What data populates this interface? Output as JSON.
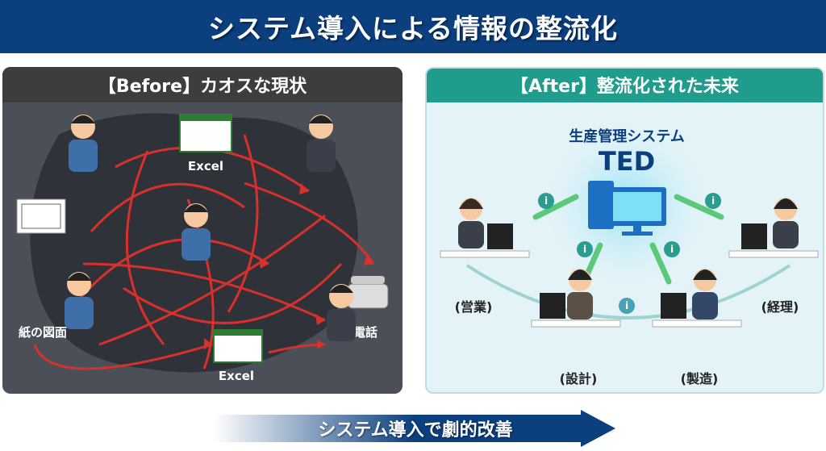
{
  "title": "システム導入による情報の整流化",
  "before": {
    "heading": "【Before】カオスな現状",
    "labels": {
      "excel_top": "Excel",
      "paper": "紙の図面",
      "phone": "電話",
      "excel_bottom": "Excel"
    }
  },
  "after": {
    "heading": "【After】整流化された未来",
    "system_label": "生産管理システム",
    "system_name": "TED",
    "departments": {
      "sales": "(営業)",
      "design": "(設計)",
      "manufacturing": "(製造)",
      "accounting": "(経理)"
    }
  },
  "banner": "システム導入で劇的改善",
  "colors": {
    "navy": "#0b3f7e",
    "teal": "#1f9c8c",
    "chaos_red": "#d8302c",
    "flow_green": "#5cc87a"
  }
}
